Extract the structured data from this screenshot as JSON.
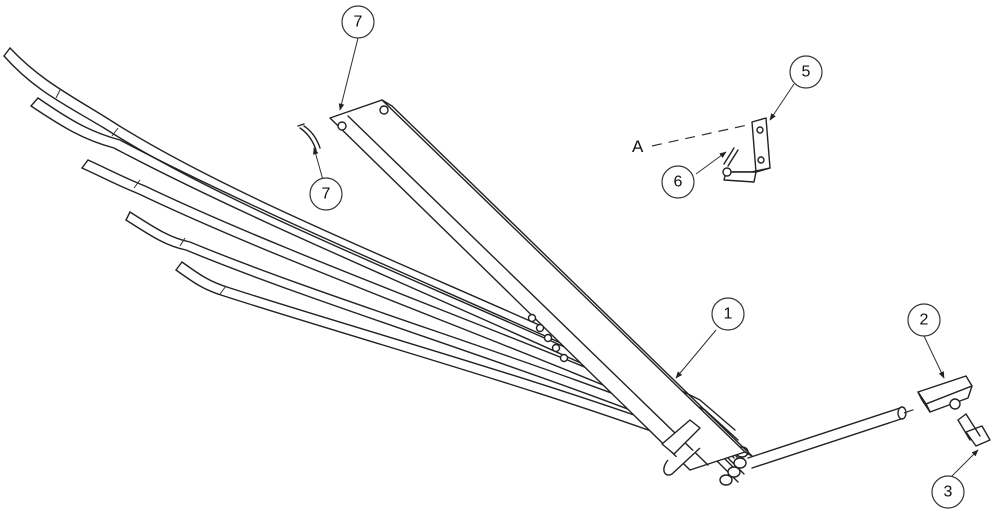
{
  "callouts": [
    {
      "id": "c1",
      "label": "1"
    },
    {
      "id": "c2",
      "label": "2"
    },
    {
      "id": "c3",
      "label": "3"
    },
    {
      "id": "c5",
      "label": "5"
    },
    {
      "id": "c6",
      "label": "6"
    },
    {
      "id": "c7a",
      "label": "7"
    },
    {
      "id": "c7b",
      "label": "7"
    }
  ],
  "reference_label": "A",
  "colors": {
    "line": "#222222",
    "background": "#ffffff"
  }
}
